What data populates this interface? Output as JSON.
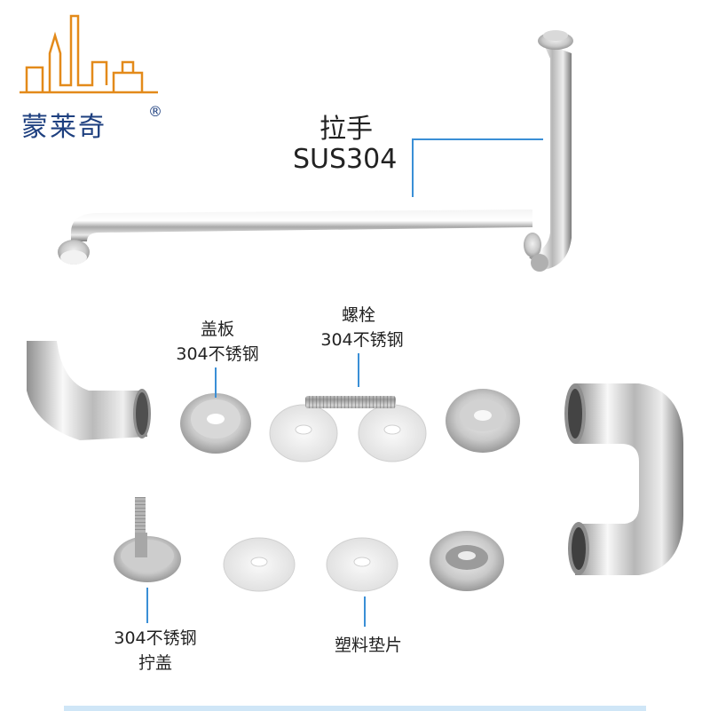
{
  "brand": {
    "name": "蒙莱奇",
    "registered": "®",
    "color": "#1d3f7f",
    "accent": "#e38a1a"
  },
  "product": {
    "title_cn": "拉手",
    "title_material": "SUS304"
  },
  "parts": {
    "cover_plate": {
      "name": "盖板",
      "material": "304不锈钢"
    },
    "bolt": {
      "name": "螺栓",
      "material": "304不锈钢"
    },
    "screw_cap": {
      "material": "304不锈钢",
      "name": "拧盖"
    },
    "plastic_washer": {
      "name": "塑料垫片"
    }
  },
  "colors": {
    "leader_line": "#3a8fd6",
    "bottom_bar": "#cfe6f7"
  }
}
